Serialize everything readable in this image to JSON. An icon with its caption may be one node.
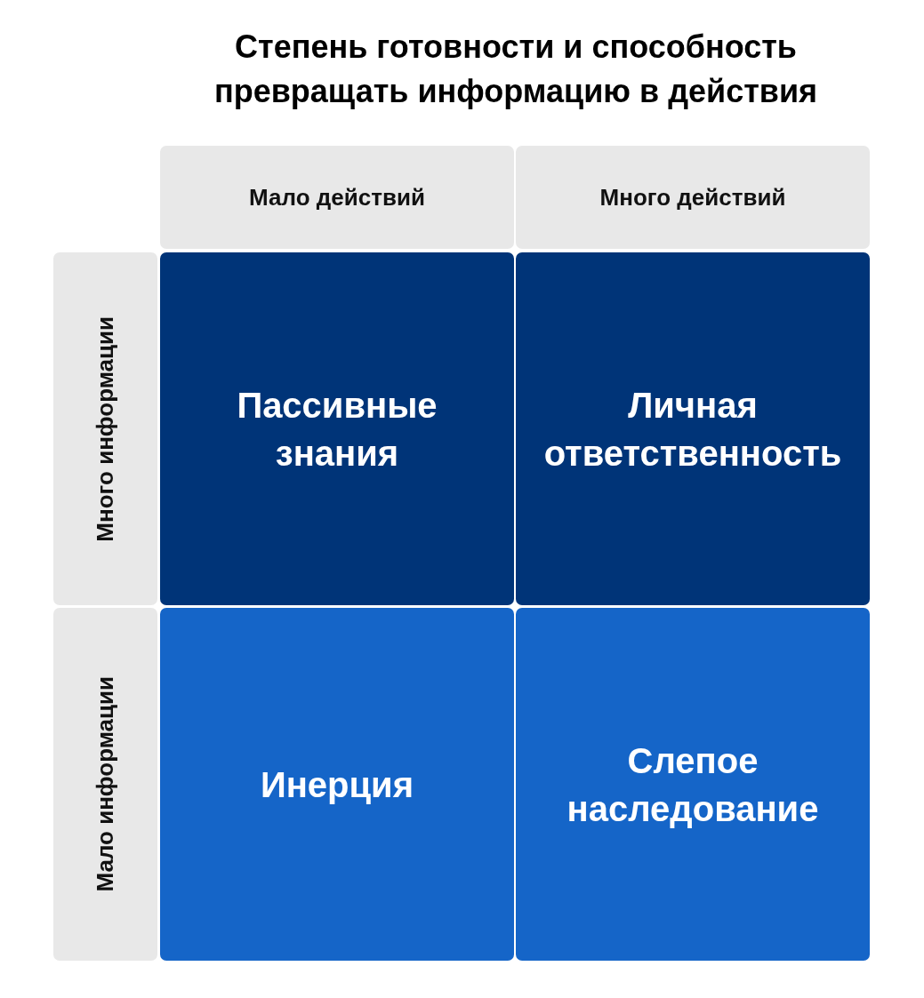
{
  "diagram": {
    "title": "Степень готовности и способность превращать информацию в действия",
    "nodes": [
      {
        "text": [
          "Мало действий"
        ]
      },
      {
        "text": [
          "Много действий"
        ]
      },
      {
        "text": [
          "Много информации"
        ]
      },
      {
        "text": [
          "Пассивные знания"
        ]
      },
      {
        "text": [
          "Личная ответственность"
        ]
      },
      {
        "text": [
          "Мало информации"
        ]
      },
      {
        "text": [
          "Инерция"
        ]
      },
      {
        "text": [
          "Слепое наследование"
        ]
      }
    ]
  }
}
